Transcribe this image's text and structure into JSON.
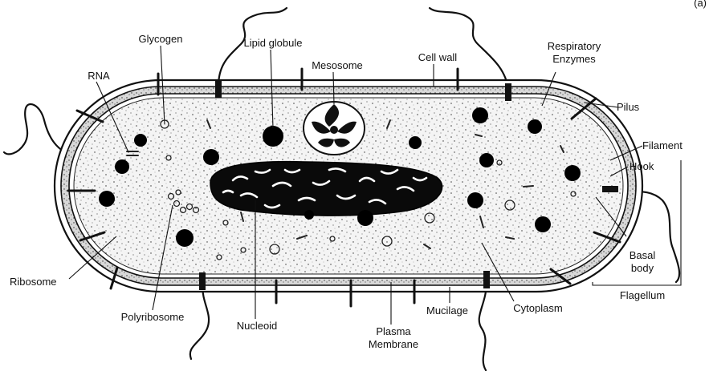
{
  "labels": {
    "corner": "(a)",
    "glycogen": "Glycogen",
    "lipid_globule": "Lipid globule",
    "mesosome": "Mesosome",
    "cell_wall": "Cell wall",
    "respiratory_enzymes": [
      "Respiratory",
      "Enzymes"
    ],
    "rna": "RNA",
    "pilus": "Pilus",
    "filament": "Filament",
    "hook": "Hook",
    "basal_body": [
      "Basal",
      "body"
    ],
    "flagellum": "Flagellum",
    "ribosome": "Ribosome",
    "polyribosome": "Polyribosome",
    "nucleoid": "Nucleoid",
    "plasma_membrane": [
      "Plasma",
      "Membrane"
    ],
    "mucilage": "Mucilage",
    "cytoplasm": "Cytoplasm"
  }
}
